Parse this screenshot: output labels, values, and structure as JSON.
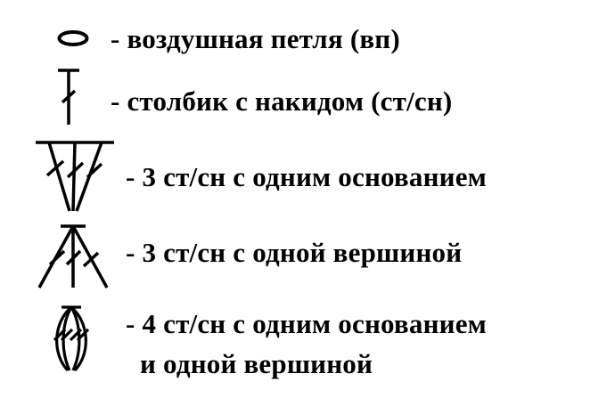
{
  "legend": {
    "items": [
      {
        "icon": "chain-stitch-symbol",
        "text": "- воздушная петля (вп)"
      },
      {
        "icon": "double-crochet-symbol",
        "text": "- столбик с накидом (ст/сн)"
      },
      {
        "icon": "three-dc-shared-base-symbol",
        "text": "- 3 ст/сн с одним основанием"
      },
      {
        "icon": "three-dc-shared-top-symbol",
        "text": "- 3 ст/сн с одной вершиной"
      },
      {
        "icon": "four-dc-shared-base-and-top-symbol",
        "text": "- 4 ст/сн с одним основанием",
        "text2": "и одной вершиной"
      }
    ]
  }
}
